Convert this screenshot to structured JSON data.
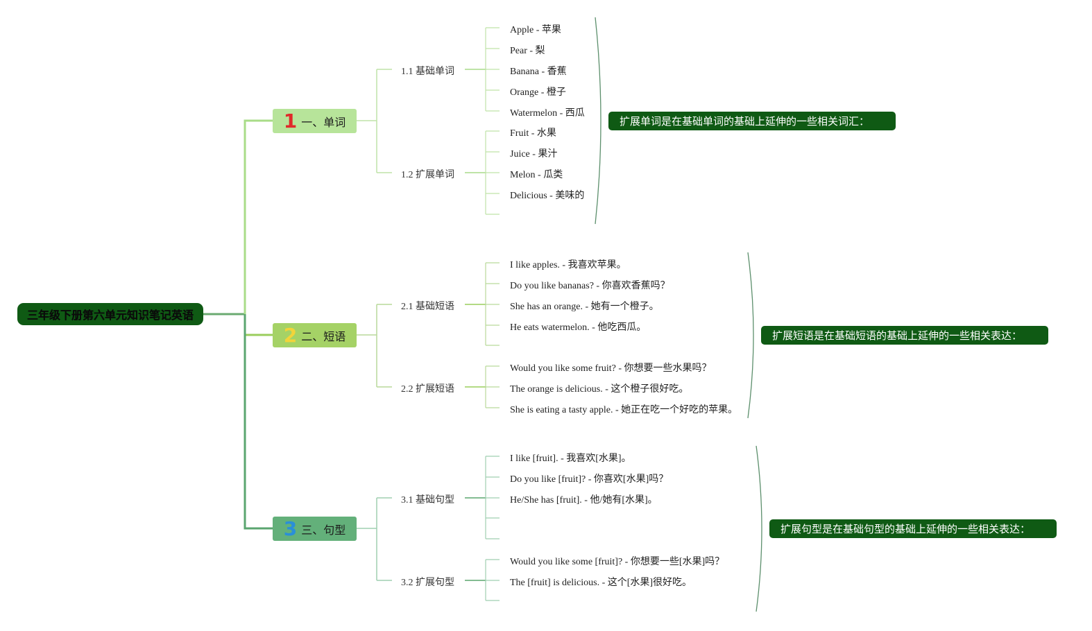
{
  "root": {
    "label": "三年级下册第六单元知识笔记英语"
  },
  "colors": {
    "branch1": "#a9dc88",
    "branch2": "#9acd5c",
    "branch3": "#5aa56f",
    "summary_bg": "#0f5a14",
    "root_bg": "#0f5a14"
  },
  "sections": [
    {
      "num": "1",
      "label": "一、单词",
      "bg": "#b7e49a",
      "num_color": "#e02a2a",
      "summary": "扩展单词是在基础单词的基础上延伸的一些相关词汇：",
      "groups": [
        {
          "label": "1.1 基础单词",
          "items": [
            "Apple - 苹果",
            "Pear - 梨",
            "Banana - 香蕉",
            "Orange - 橙子",
            "Watermelon - 西瓜"
          ]
        },
        {
          "label": "1.2 扩展单词",
          "items": [
            "Fruit - 水果",
            "Juice - 果汁",
            "Melon - 瓜类",
            "Delicious - 美味的"
          ]
        }
      ]
    },
    {
      "num": "2",
      "label": "二、短语",
      "bg": "#a5d266",
      "num_color": "#f2d43a",
      "summary": "扩展短语是在基础短语的基础上延伸的一些相关表达：",
      "groups": [
        {
          "label": "2.1 基础短语",
          "items": [
            "I like apples. - 我喜欢苹果。",
            "Do you like bananas? - 你喜欢香蕉吗？",
            "She has an orange. - 她有一个橙子。",
            "He eats watermelon. - 他吃西瓜。"
          ]
        },
        {
          "label": "2.2 扩展短语",
          "items": [
            "Would you like some fruit? - 你想要一些水果吗？",
            "The orange is delicious. - 这个橙子很好吃。",
            "She is eating a tasty apple. - 她正在吃一个好吃的苹果。"
          ]
        }
      ]
    },
    {
      "num": "3",
      "label": "三、句型",
      "bg": "#63b07a",
      "num_color": "#2a8fd8",
      "summary": "扩展句型是在基础句型的基础上延伸的一些相关表达：",
      "groups": [
        {
          "label": "3.1 基础句型",
          "items": [
            "I like [fruit]. - 我喜欢[水果]。",
            "Do you like [fruit]? - 你喜欢[水果]吗？",
            "He/She has [fruit]. - 他/她有[水果]。"
          ]
        },
        {
          "label": "3.2 扩展句型",
          "items": [
            "Would you like some [fruit]? - 你想要一些[水果]吗？",
            "The [fruit] is delicious. - 这个[水果]很好吃。"
          ]
        }
      ]
    }
  ]
}
